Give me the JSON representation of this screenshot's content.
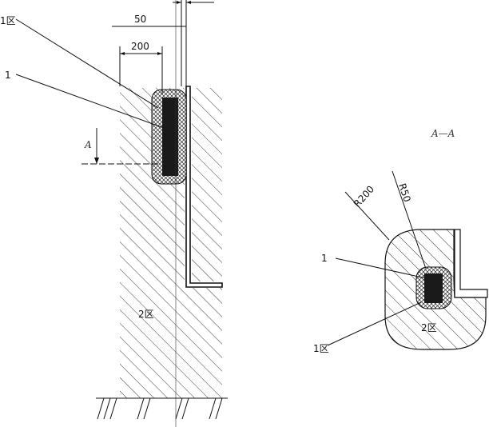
{
  "labels": {
    "zone1_top": "1区",
    "dim_50": "50",
    "dim_200": "200",
    "item_1_left": "1",
    "section_mark": "A",
    "zone2_left": "2区",
    "section_title": "A—A",
    "radius_200": "R200",
    "radius_50": "R50",
    "item_1_right": "1",
    "zone1_right": "1区",
    "zone2_right": "2区"
  }
}
